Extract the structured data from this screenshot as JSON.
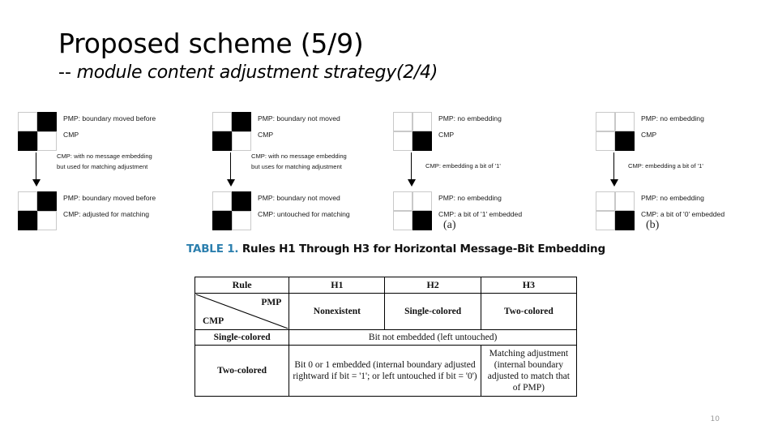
{
  "slide": {
    "title": "Proposed scheme (5/9)",
    "subtitle_dashes": "--",
    "subtitle": "module content adjustment strategy(2/4)",
    "page_number": "10"
  },
  "diagram_groups": [
    {
      "id": "group-a1",
      "before": {
        "grid": [
          "white",
          "black",
          "black",
          "white"
        ],
        "labels": [
          "PMP: boundary moved before",
          "CMP"
        ]
      },
      "arrow_text": [
        "CMP: with no message embedding",
        "but used for matching adjustment"
      ],
      "after": {
        "grid": [
          "white",
          "black",
          "black",
          "white"
        ],
        "labels": [
          "PMP: boundary moved before",
          "CMP: adjusted for matching"
        ]
      },
      "subfigure_label": ""
    },
    {
      "id": "group-a2",
      "before": {
        "grid": [
          "white",
          "black",
          "black",
          "white"
        ],
        "labels": [
          "PMP: boundary not moved",
          "CMP"
        ]
      },
      "arrow_text": [
        "CMP: with no message embedding",
        "but uses for matching adjustment"
      ],
      "after": {
        "grid": [
          "white",
          "black",
          "black",
          "white"
        ],
        "labels": [
          "PMP: boundary not moved",
          "CMP: untouched for matching"
        ]
      },
      "subfigure_label": ""
    },
    {
      "id": "group-b1",
      "before": {
        "grid": [
          "white",
          "white",
          "white",
          "black"
        ],
        "labels": [
          "PMP: no embedding",
          "CMP"
        ]
      },
      "arrow_text": [
        "CMP: embedding a bit of '1'"
      ],
      "after": {
        "grid": [
          "white",
          "white",
          "white",
          "black"
        ],
        "labels": [
          "PMP: no embedding",
          "CMP: a bit of '1' embedded"
        ]
      },
      "subfigure_label": "(a)"
    },
    {
      "id": "group-b2",
      "before": {
        "grid": [
          "white",
          "white",
          "white",
          "black"
        ],
        "labels": [
          "PMP: no embedding",
          "CMP"
        ]
      },
      "arrow_text": [
        "CMP: embedding a bit of '1'"
      ],
      "after": {
        "grid": [
          "white",
          "white",
          "white",
          "black"
        ],
        "labels": [
          "PMP: no embedding",
          "CMP: a bit of '0' embedded"
        ]
      },
      "subfigure_label": "(b)"
    }
  ],
  "table": {
    "caption_number": "TABLE 1.",
    "caption_title": "Rules H1 Through H3 for Horizontal Message-Bit Embedding",
    "caption_number_color": "#2c7fae",
    "header_row": [
      "Rule",
      "H1",
      "H2",
      "H3"
    ],
    "corner_cell": {
      "top_right": "PMP",
      "bottom_left": "CMP"
    },
    "corner_row": [
      "Nonexistent",
      "Single-colored",
      "Two-colored"
    ],
    "rows": [
      {
        "label": "Single-colored",
        "cells": [
          {
            "text": "Bit not embedded (left untouched)",
            "colspan": 3
          }
        ]
      },
      {
        "label": "Two-colored",
        "cells": [
          {
            "text": "Bit 0 or 1 embedded (internal boundary adjusted rightward if bit = '1'; or left untouched if bit = '0')",
            "colspan": 2
          },
          {
            "text": "Matching adjustment (internal boundary adjusted to match that of PMP)",
            "colspan": 1
          }
        ]
      }
    ]
  }
}
